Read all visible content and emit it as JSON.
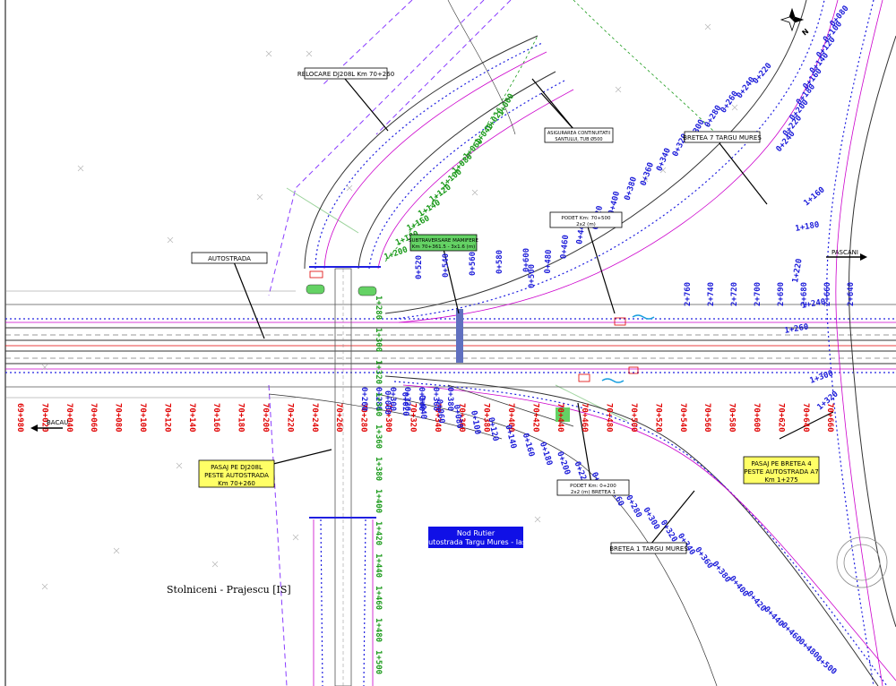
{
  "title": {
    "line1": "Nod Rutier",
    "line2": "Autostrada Targu Mures - Iasi",
    "bg": "#1010e6"
  },
  "location_caption": "Stolniceni - Prajescu [IS]",
  "callouts": {
    "relocare": "RELOCARE DJ208L Km 70+260",
    "autostrada": "AUTOSTRADA",
    "asigurarea_1": "ASIGURAREA CONTINUITATII",
    "asigurarea_2": "SANTULUI, TUB Ø500",
    "bretea7": "BRETEA 7 TARGU MURES",
    "bretea1": "BRETEA 1 TARGU MURES",
    "subtraversare_1": "SUBTRAVERSARE MAMIFERE",
    "subtraversare_2": "Km 70+361.5 - 3x1.6 (m)",
    "podet_top_1": "PODET   Km: 70+500",
    "podet_top_2": "2x2 (m)",
    "podet_bottom_1": "PODET   Km: 0+200",
    "podet_bottom_2": "2x2 (m) BRETEA 1",
    "pasaj_dj_1": "PASAJ PE DJ208L",
    "pasaj_dj_2": "PESTE AUTOSTRADA",
    "pasaj_dj_3": "Km 70+260",
    "pasaj_br4_1": "PASAJ PE BRETEA 4",
    "pasaj_br4_2": "PESTE AUTOSTRADA A7",
    "pasaj_br4_3": "Km 1+275"
  },
  "directions": {
    "west": "BACAU",
    "east": "PASCANI"
  },
  "north_symbol": "N",
  "mainline_km": [
    "69+980",
    "70+020",
    "70+040",
    "70+060",
    "70+080",
    "70+100",
    "70+120",
    "70+140",
    "70+160",
    "70+180",
    "70+200",
    "70+220",
    "70+240",
    "70+260",
    "70+280",
    "70+300",
    "70+320",
    "70+340",
    "70+360",
    "70+380",
    "70+400",
    "70+420",
    "70+440",
    "70+460",
    "70+480",
    "70+500",
    "70+520",
    "70+540",
    "70+560",
    "70+580",
    "70+600",
    "70+620",
    "70+640",
    "70+660"
  ],
  "ramp_upper_left_km": [
    "0+520",
    "0+540",
    "0+560",
    "0+580",
    "0+600"
  ],
  "ramp_upper_arc_km": [
    "0+500",
    "0+480",
    "0+460",
    "0+440",
    "0+420",
    "0+400",
    "0+380",
    "0+360",
    "0+340",
    "0+320",
    "0+300",
    "0+280",
    "0+260",
    "0+240",
    "0+220"
  ],
  "ramp_green_km": [
    "1+000",
    "1+020",
    "1+040",
    "1+060",
    "1+080",
    "1+100",
    "1+120",
    "1+140",
    "1+160",
    "1+180",
    "1+200"
  ],
  "right_ramp_km": [
    "2+760",
    "2+740",
    "2+720",
    "2+700",
    "2+690",
    "2+680",
    "2+660",
    "2+640"
  ],
  "ne_ramp_km": [
    "0+080",
    "0+100",
    "0+120",
    "0+140",
    "0+160",
    "0+180",
    "0+200",
    "0+220",
    "0+240"
  ],
  "lower_ramp_km": [
    "0+000",
    "0+020",
    "0+040",
    "0+060",
    "0+080",
    "0+100",
    "0+120",
    "0+140",
    "0+160",
    "0+180",
    "0+200",
    "0+220",
    "0+240",
    "0+260",
    "0+280",
    "0+300",
    "0+320",
    "0+340",
    "0+360",
    "0+380",
    "0+400",
    "0+420",
    "0+440",
    "0+460",
    "0+480",
    "0+500"
  ],
  "lower_left_km": [
    "0+260",
    "0+280",
    "0+300",
    "0+320",
    "0+340",
    "0+360",
    "0+380"
  ],
  "dj_green_km": [
    "1+280",
    "1+300",
    "1+320",
    "1+340",
    "1+360",
    "1+380",
    "1+400",
    "1+420",
    "1+440",
    "1+460",
    "1+480",
    "1+500"
  ],
  "misc_labels": {
    "right_300": "1+300",
    "right_320": "1+320",
    "right_180": "1+180",
    "right_160": "1+160",
    "br4_260": "1+260",
    "br4_240": "1+240",
    "br4_220": "1+220"
  },
  "colors": {
    "road": "#333333",
    "blue_line": "#2020e0",
    "magenta": "#cc00cc",
    "red_km": "#e00000",
    "blue_km": "#1a1ad9",
    "green_km": "#1a9a1a",
    "purple_boundary": "#8a3cff",
    "green_fill": "#64d264"
  }
}
